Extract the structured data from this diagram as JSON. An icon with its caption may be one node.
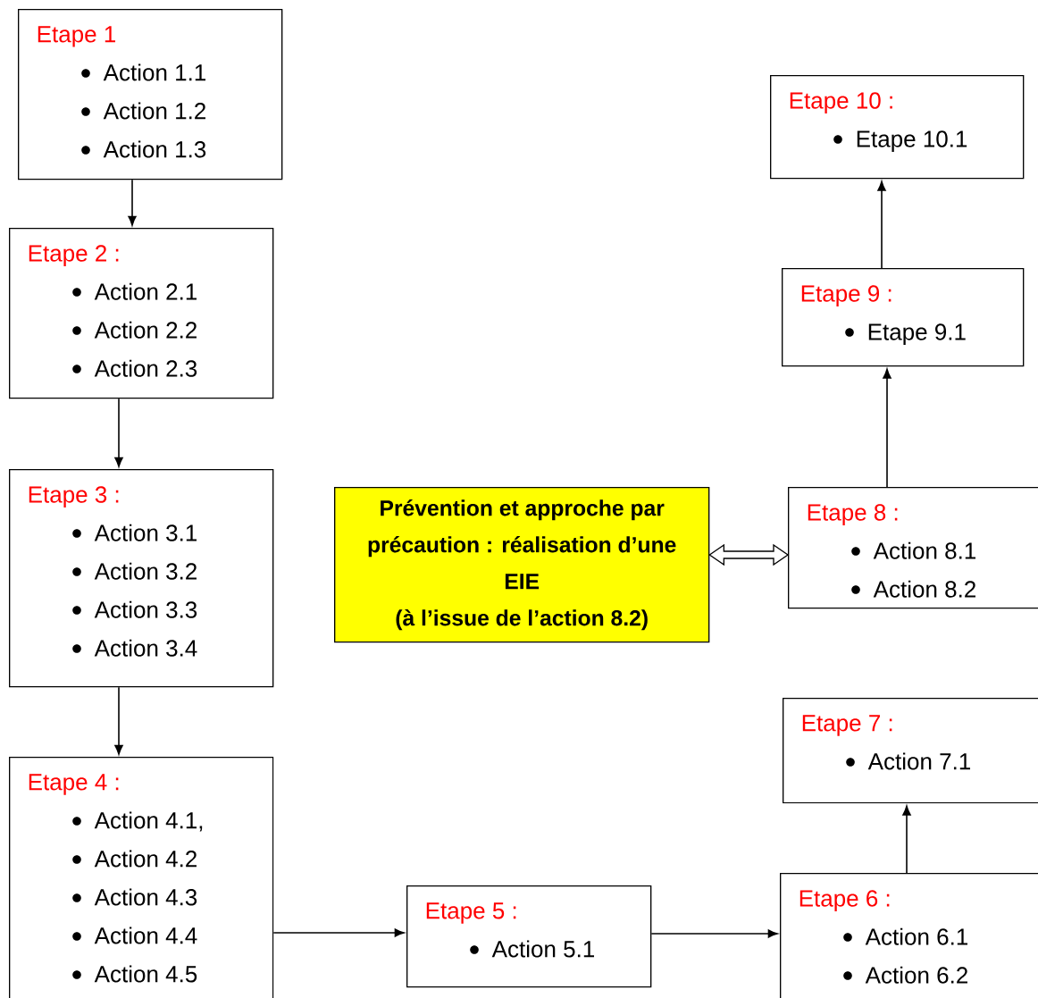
{
  "diagram": {
    "nodes": [
      {
        "text": [
          "Etape 1",
          "Action 1.1",
          "Action 1.2",
          "Action 1.3"
        ]
      },
      {
        "text": [
          "Etape 2 :",
          "Action 2.1",
          "Action 2.2",
          "Action  2.3"
        ]
      },
      {
        "text": [
          "Etape 3 :",
          "Action 3.1",
          "Action 3.2",
          "Action 3.3",
          "Action 3.4"
        ]
      },
      {
        "text": [
          "Etape 4 :",
          "Action 4.1,",
          "Action 4.2",
          "Action 4.3",
          "Action 4.4",
          "Action 4.5"
        ]
      },
      {
        "text": [
          "Etape 5 :",
          "Action 5.1"
        ]
      },
      {
        "text": [
          "Etape 6 :",
          "Action 6.1",
          "Action 6.2"
        ]
      },
      {
        "text": [
          "Etape 7 :",
          "Action 7.1"
        ]
      },
      {
        "text": [
          "Etape 8 :",
          "Action 8.1",
          "Action 8.2"
        ]
      },
      {
        "text": [
          "Etape 9 :",
          "Etape 9.1"
        ]
      },
      {
        "text": [
          "Etape 10 :",
          "Etape 10.1"
        ]
      },
      {
        "text": [
          "Prévention et approche par précaution : réalisation d’une EIE",
          "(à l’issue de l’action 8.2)"
        ]
      }
    ],
    "edges": [
      {
        "from": 0,
        "to": 1,
        "arrow": "to"
      },
      {
        "from": 1,
        "to": 2,
        "arrow": "to"
      },
      {
        "from": 2,
        "to": 3,
        "arrow": "to"
      },
      {
        "from": 3,
        "to": 4,
        "arrow": "to"
      },
      {
        "from": 4,
        "to": 5,
        "arrow": "to"
      },
      {
        "from": 5,
        "to": 6,
        "arrow": "to"
      },
      {
        "from": 7,
        "to": 8,
        "arrow": "to"
      },
      {
        "from": 8,
        "to": 9,
        "arrow": "to"
      },
      {
        "from": 10,
        "to": 7,
        "arrow": "both"
      }
    ]
  }
}
